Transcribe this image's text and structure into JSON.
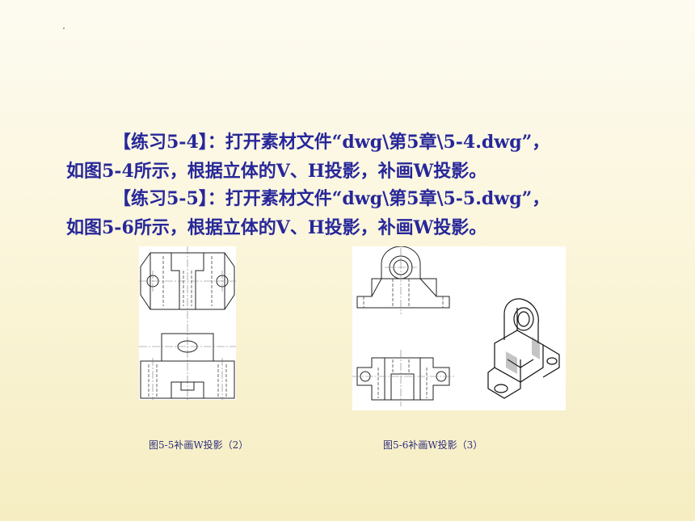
{
  "exercises": [
    {
      "line1": "【练习5-4】：打开素材文件“dwg\\第5章\\5-4.dwg”，",
      "line2": "如图5-4所示，根据立体的V、H投影，补画W投影。"
    },
    {
      "line1": "【练习5-5】：打开素材文件“dwg\\第5章\\5-5.dwg”，",
      "line2": "如图5-6所示，根据立体的V、H投影，补画W投影。"
    }
  ],
  "figures": [
    {
      "caption": "图5-5补画W投影（2）"
    },
    {
      "caption": "图5-6补画W投影（3）"
    }
  ]
}
